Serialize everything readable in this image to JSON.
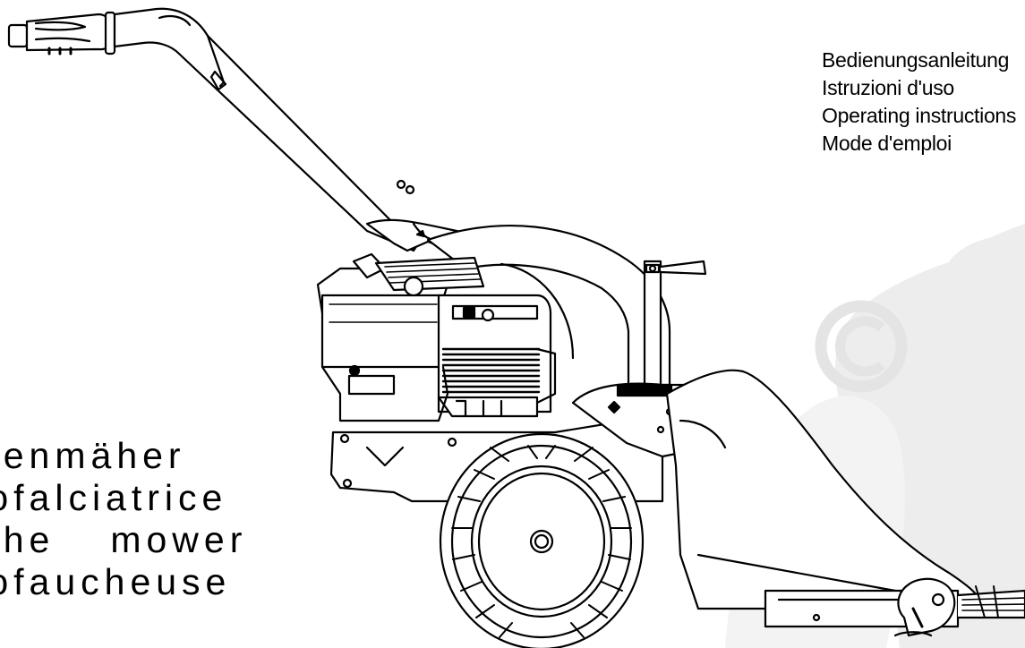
{
  "languages": [
    "Bedienungsanleitung",
    "Istruzioni d'uso",
    "Operating instructions",
    "Mode d'emploi"
  ],
  "titles": {
    "de": "Balkenmäher",
    "it": "Motofalciatrice",
    "en_word1": "Scythe",
    "en_word2": "mower",
    "fr": "Motofaucheuse"
  },
  "watermark": {
    "icon": "copyright-icon",
    "color": "#e9e9e9"
  }
}
